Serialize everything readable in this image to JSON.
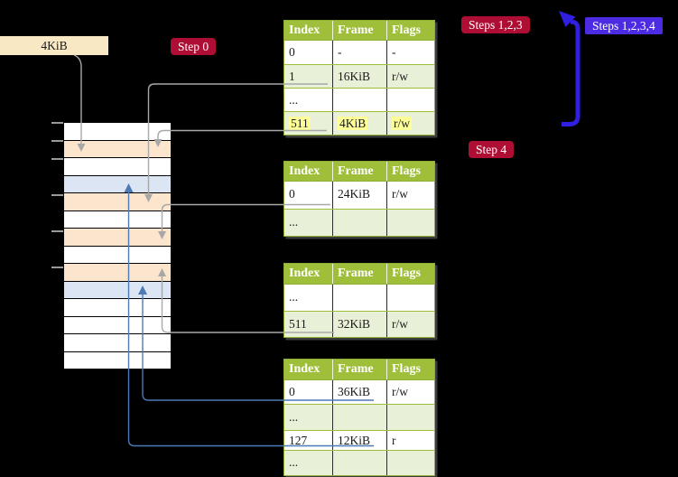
{
  "colors": {
    "background": "#000000",
    "badge_red": "#ae0e33",
    "badge_blue": "#4d2be2",
    "arrow_blue": "#2f1fe0",
    "connector_gray": "#a8a8a8",
    "connector_blue": "#4d79b5",
    "table_header_green": "#9fbf3b",
    "table_row_green": "#e9f0d8",
    "table_border_green": "#8fae35",
    "highlight_yellow": "#ffff99",
    "frame_label_bg": "#f8e8c4",
    "mem_orange": "#fce5cd",
    "mem_blue": "#dbe5f4"
  },
  "frame_label": "4KiB",
  "badges": {
    "step0": "Step 0",
    "steps123": "Steps 1,2,3",
    "steps1234": "Steps 1,2,3,4",
    "step4": "Step 4"
  },
  "memory_column": {
    "rows": [
      "white",
      "orange",
      "white",
      "blue",
      "orange",
      "white",
      "orange",
      "white",
      "orange",
      "blue",
      "white",
      "white",
      "white",
      "white"
    ]
  },
  "tables": [
    {
      "headers": [
        "Index",
        "Frame",
        "Flags"
      ],
      "rows": [
        {
          "cells": [
            "0",
            "-",
            "-"
          ],
          "shaded": false,
          "highlight": false
        },
        {
          "cells": [
            "1",
            "16KiB",
            "r/w"
          ],
          "shaded": true,
          "highlight": false
        },
        {
          "cells": [
            "...",
            "",
            ""
          ],
          "shaded": false,
          "highlight": false
        },
        {
          "cells": [
            "511",
            "4KiB",
            "r/w"
          ],
          "shaded": true,
          "highlight": true
        }
      ]
    },
    {
      "headers": [
        "Index",
        "Frame",
        "Flags"
      ],
      "rows": [
        {
          "cells": [
            "0",
            "24KiB",
            "r/w"
          ],
          "shaded": false,
          "highlight": false
        },
        {
          "cells": [
            "...",
            "",
            ""
          ],
          "shaded": true,
          "highlight": false
        }
      ]
    },
    {
      "headers": [
        "Index",
        "Frame",
        "Flags"
      ],
      "rows": [
        {
          "cells": [
            "...",
            "",
            ""
          ],
          "shaded": false,
          "highlight": false
        },
        {
          "cells": [
            "511",
            "32KiB",
            "r/w"
          ],
          "shaded": true,
          "highlight": false
        }
      ]
    },
    {
      "headers": [
        "Index",
        "Frame",
        "Flags"
      ],
      "rows": [
        {
          "cells": [
            "0",
            "36KiB",
            "r/w"
          ],
          "shaded": false,
          "highlight": false
        },
        {
          "cells": [
            "...",
            "",
            ""
          ],
          "shaded": true,
          "highlight": false
        },
        {
          "cells": [
            "127",
            "12KiB",
            "r"
          ],
          "shaded": false,
          "highlight": false
        },
        {
          "cells": [
            "...",
            "",
            ""
          ],
          "shaded": true,
          "highlight": false
        }
      ]
    }
  ]
}
